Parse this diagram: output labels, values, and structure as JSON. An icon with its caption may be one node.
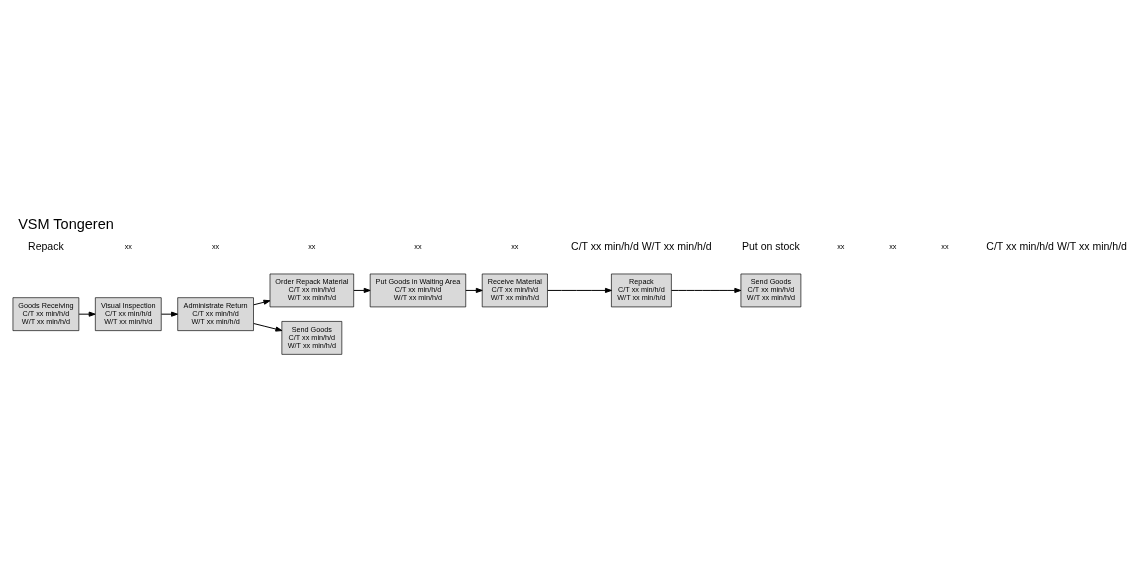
{
  "diagram": {
    "title": "VSM Tongeren",
    "nodes": [
      {
        "text": [
          "Order Repack Material",
          "C/T xx min/h/d",
          "W/T xx min/h/d"
        ]
      },
      {
        "text": [
          "Put Goods in Waiting Area",
          "C/T xx min/h/d",
          "W/T xx min/h/d"
        ]
      },
      {
        "text": [
          "Receive Material",
          "C/T xx min/h/d",
          "W/T xx min/h/d"
        ]
      },
      {
        "text": [
          "Repack",
          "C/T xx min/h/d",
          "W/T xx min/h/d"
        ]
      },
      {
        "text": [
          "Send Goods",
          "C/T xx min/h/d",
          "W/T xx min/h/d"
        ]
      },
      {
        "text": [
          "Goods Receiving",
          "C/T xx min/h/d",
          "W/T xx min/h/d"
        ]
      },
      {
        "text": [
          "Visual Inspection",
          "C/T xx min/h/d",
          "W/T xx min/h/d"
        ]
      },
      {
        "text": [
          "Administrate Return",
          "C/T xx min/h/d",
          "W/T xx min/h/d"
        ]
      },
      {
        "text": [
          "Send Goods",
          "C/T xx min/h/d",
          "W/T xx min/h/d"
        ]
      }
    ],
    "edges": [
      {
        "from": 0,
        "to": 1,
        "arrow": "to"
      },
      {
        "from": 1,
        "to": 2,
        "arrow": "to"
      },
      {
        "from": 2,
        "to": 3,
        "arrow": "to"
      },
      {
        "from": 3,
        "to": 4,
        "arrow": "to"
      },
      {
        "from": 5,
        "to": 6,
        "arrow": "to"
      },
      {
        "from": 6,
        "to": 7,
        "arrow": "to"
      },
      {
        "from": 7,
        "to": 8,
        "arrow": "to"
      },
      {
        "from": 7,
        "to": 0,
        "arrow": "to"
      }
    ],
    "labels": [
      "Repack",
      "xx",
      "xx",
      "xx",
      "xx",
      "xx",
      "C/T xx min/h/d W/T xx min/h/d",
      "Put on stock",
      "xx",
      "xx",
      "xx",
      "C/T xx min/h/d W/T xx min/h/d"
    ]
  }
}
